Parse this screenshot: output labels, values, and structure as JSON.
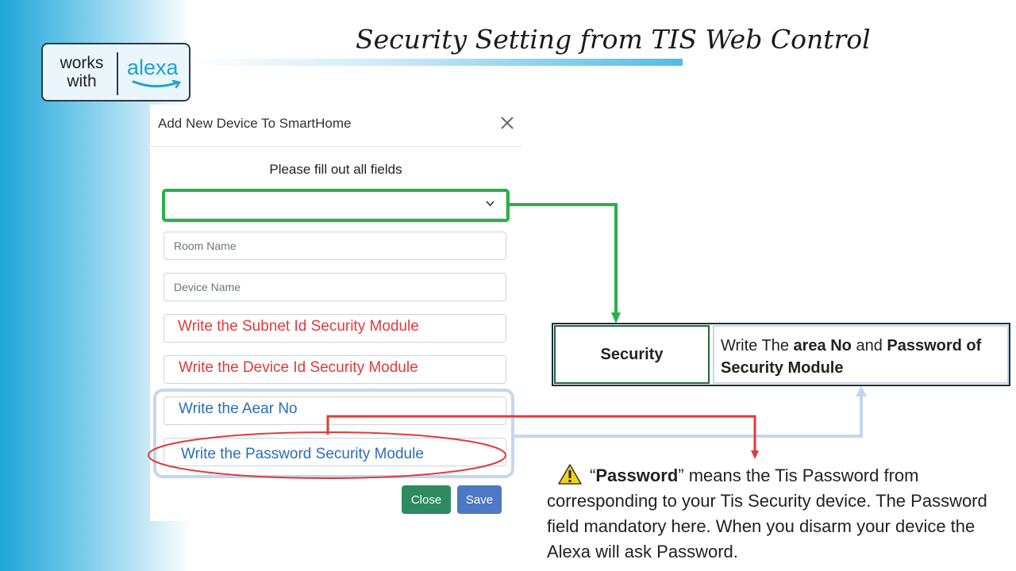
{
  "slide": {
    "title": "Security Setting from TIS Web Control",
    "badge": {
      "works_with": "works with",
      "brand": "alexa"
    }
  },
  "dialog": {
    "title": "Add New Device To SmartHome",
    "subtitle": "Please fill out all fields",
    "select_value": "",
    "fields": {
      "room_placeholder": "Room Name",
      "device_placeholder": "Device Name",
      "subnet_text": "Write the Subnet Id Security Module",
      "device_id_text": "Write the Device Id Security Module",
      "area_text": "Write the Aear No",
      "password_text": "Write the Password Security Module"
    },
    "buttons": {
      "close": "Close",
      "save": "Save"
    }
  },
  "table": {
    "left": "Security",
    "right_parts": [
      "Write The ",
      "area No",
      " and ",
      "Password of Security Module"
    ]
  },
  "note": {
    "quote_open": "“",
    "bold": "Password",
    "quote_close": "”",
    "text": " means the Tis Password from corresponding to your Tis Security device. The Password field mandatory here. When you disarm your device the Alexa will ask Password."
  },
  "colors": {
    "green": "#2bb04a",
    "red": "#e23a3a",
    "light_blue": "#c3d7ef",
    "close_button": "#2e8b61",
    "save_button": "#4d78c4"
  },
  "icons": [
    "close-icon",
    "chevron-down-icon",
    "warning-icon",
    "amazon-smile-icon"
  ]
}
